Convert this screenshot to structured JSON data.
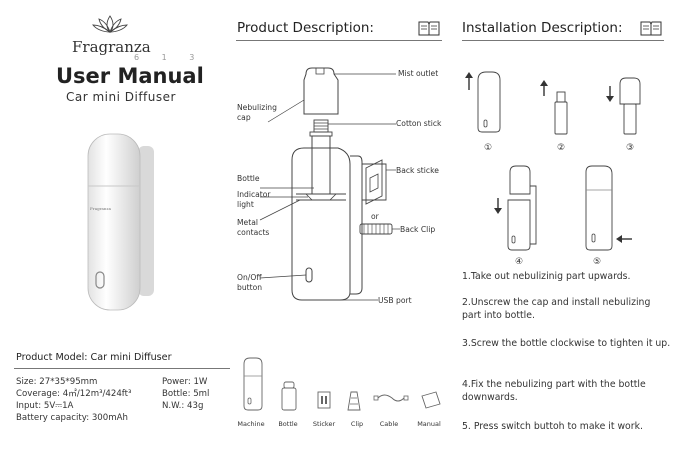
{
  "brand": {
    "name": "Fragranza",
    "sub": "6 1 3",
    "small": "Fragranza"
  },
  "manual": {
    "title": "User Manual",
    "subtitle": "Car mini Diffuser"
  },
  "product_description": {
    "title": "Product Description:",
    "labels": {
      "mist_outlet": "Mist outlet",
      "nebulizing_cap": "Nebulizing cap",
      "cotton_stick": "Cotton stick",
      "bottle": "Bottle",
      "indicator_light": "Indicator light",
      "metal_contacts": "Metal contacts",
      "back_sticker": "Back sticke",
      "or": "or",
      "back_clip": "Back Clip",
      "on_off": "On/Off button",
      "usb_port": "USB port"
    }
  },
  "installation": {
    "title": "Installation Description:",
    "step_numbers": [
      "①",
      "②",
      "③",
      "④",
      "⑤"
    ],
    "steps": [
      "1.Take out nebulizinig part upwards.",
      "2.Unscrew the cap and install nebulizing part into bottle.",
      "3.Screw the bottle clockwise to tighten it up.",
      "4.Fix the nebulizing part with the bottle downwards.",
      "5. Press switch buttoh to make it work."
    ]
  },
  "model": {
    "label": "Product Model: Car mini Diffuser"
  },
  "specs": {
    "size": "Size: 27*35*95mm",
    "coverage": "Coverage: 4㎡/12m³/424ft³",
    "input": "Input: 5V⎓1A",
    "battery": "Battery capacity: 300mAh",
    "power": "Power: 1W",
    "bottle": "Bottle: 5ml",
    "weight": "N.W.: 43g"
  },
  "accessories": [
    "Machine",
    "Bottle",
    "Sticker",
    "Clip",
    "Cable",
    "Manual"
  ]
}
